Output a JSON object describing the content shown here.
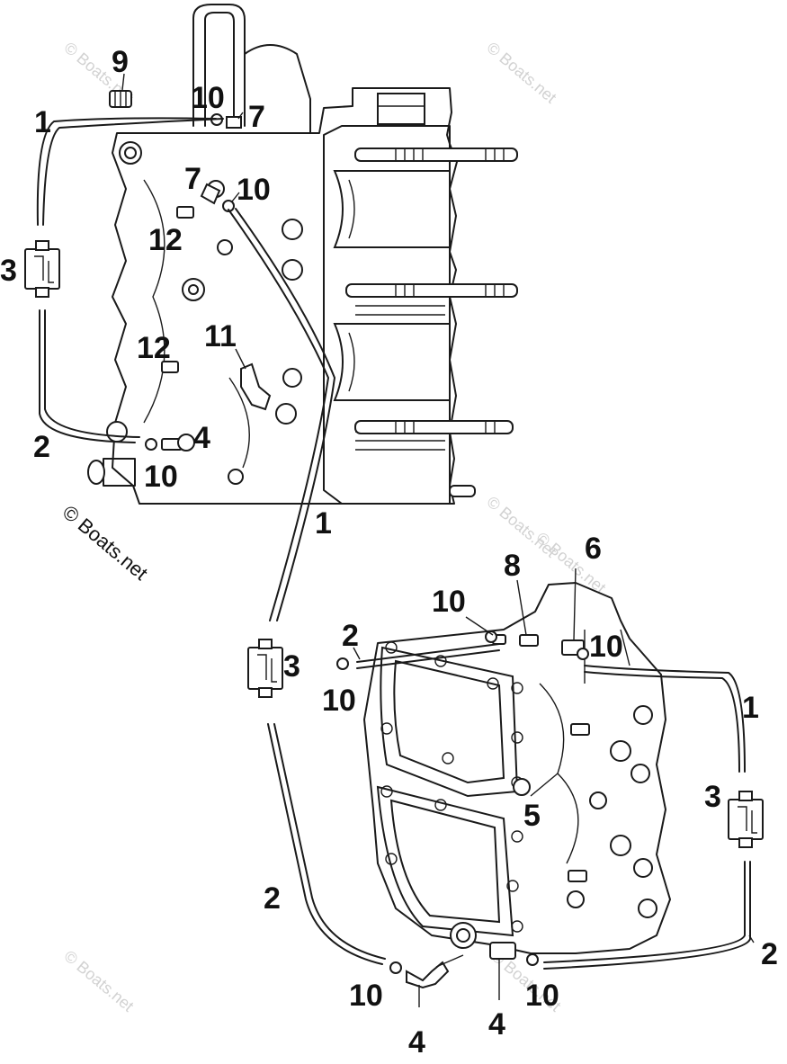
{
  "copyright": "© Boats.net",
  "watermarks": [
    "© Boats.net",
    "© Boats.net",
    "© Boats.net",
    "© Boats.net",
    "© Boats.net",
    "© Boats.net"
  ],
  "callouts": [
    "9",
    "10",
    "7",
    "1",
    "7",
    "10",
    "12",
    "3",
    "12",
    "11",
    "4",
    "2",
    "10",
    "1",
    "6",
    "8",
    "10",
    "10",
    "2",
    "3",
    "10",
    "1",
    "5",
    "3",
    "2",
    "2",
    "10",
    "4",
    "4",
    "10"
  ]
}
